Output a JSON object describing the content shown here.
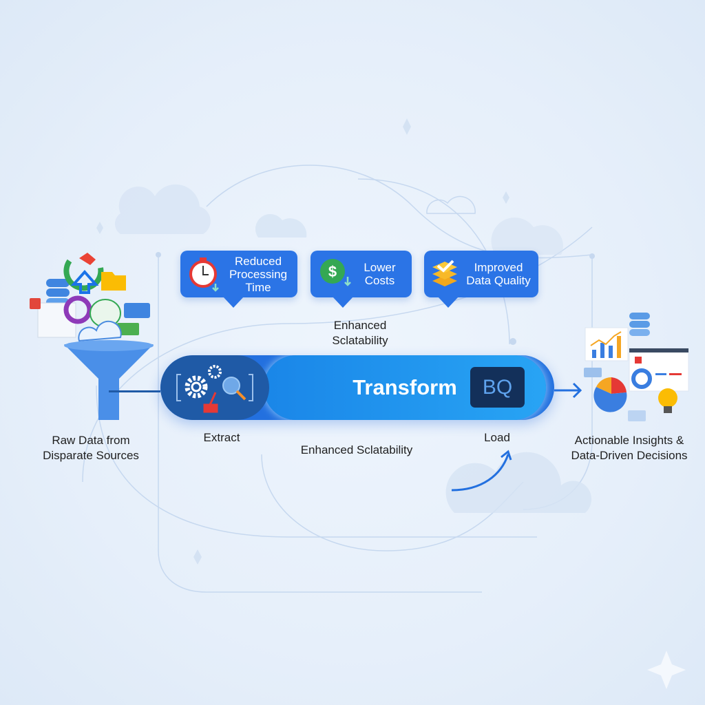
{
  "benefits": [
    {
      "label": "Reduced Processing Time",
      "lines": [
        "Reduced",
        "Processing",
        "Time"
      ],
      "icon": "stopwatch-icon"
    },
    {
      "label": "Lower Costs",
      "lines": [
        "Lower",
        "Costs"
      ],
      "icon": "dollar-coin-icon"
    },
    {
      "label": "Improved Data Quality",
      "lines": [
        "Improved",
        "Data Quality"
      ],
      "icon": "layers-check-icon"
    }
  ],
  "scalability_top": [
    "Enhanced",
    "Sclatability"
  ],
  "scalability_bottom": "Enhanced Sclatability",
  "pipeline": {
    "transform": "Transform",
    "bq": "BQ",
    "extract": "Extract",
    "load": "Load"
  },
  "source": [
    "Raw Data from",
    "Disparate Sources"
  ],
  "outcome": [
    "Actionable Insights &",
    "Data-Driven Decisions"
  ],
  "colors": {
    "primary": "#2b74e6",
    "transform": "#1a86e8",
    "extract": "#1f5aa6",
    "bq": "#13305a"
  }
}
